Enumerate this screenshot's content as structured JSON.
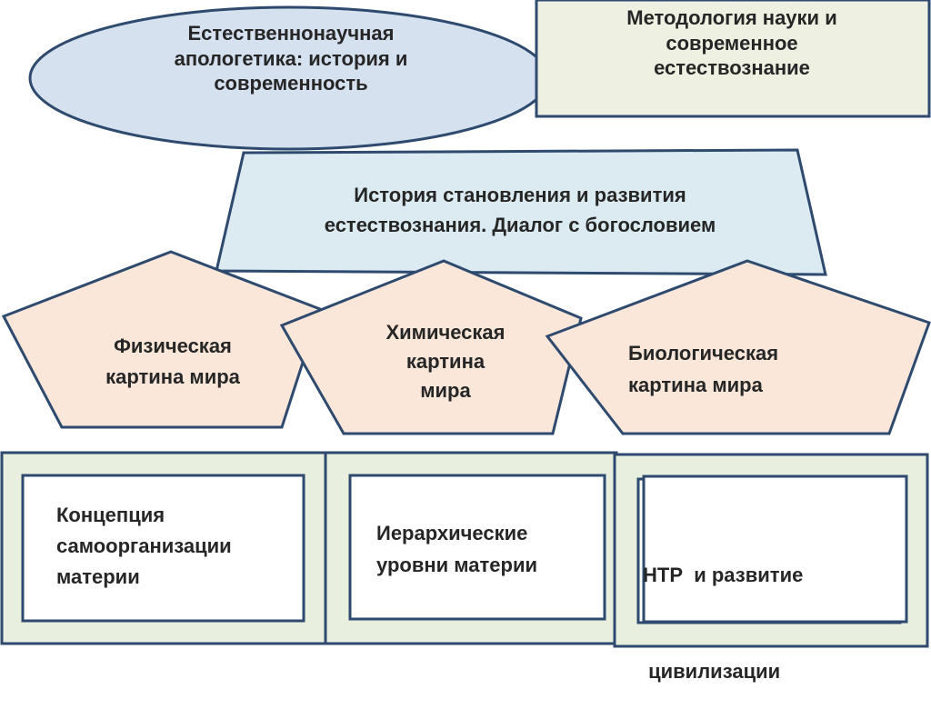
{
  "shapes": {
    "oval": {
      "lines": [
        "Естественнонаучная",
        "апологетика: история и",
        "современность"
      ]
    },
    "top_right": {
      "lines": [
        "Методология науки и",
        "современное",
        "естествознание"
      ]
    },
    "history": {
      "lines": [
        "История становления и развития",
        "естествознания. Диалог с богословием"
      ]
    },
    "pent_physics": {
      "lines": [
        "Физическая",
        "картина мира"
      ]
    },
    "pent_chemistry": {
      "lines": [
        "Химическая",
        "картина",
        "мира"
      ]
    },
    "pent_biology": {
      "lines": [
        "Биологическая",
        "картина мира"
      ]
    },
    "box_concept": {
      "lines": [
        "Концепция",
        "самоорганизации",
        "материи"
      ]
    },
    "box_hierarchy": {
      "lines": [
        "Иерархические",
        "уровни материи"
      ]
    },
    "box_ntr": {
      "lines": [
        "НТР  и развитие",
        " цивилизации"
      ]
    }
  },
  "colors": {
    "outline": "#2E4A6E",
    "oval_fill": "#D6E1EF",
    "top_right_fill": "#EEF1E2",
    "history_fill": "#DCEBF2",
    "pentagon_fill": "#FBE6DA",
    "outer_box_fill": "#E9EFDF",
    "inner_box_fill": "#FFFFFF"
  }
}
